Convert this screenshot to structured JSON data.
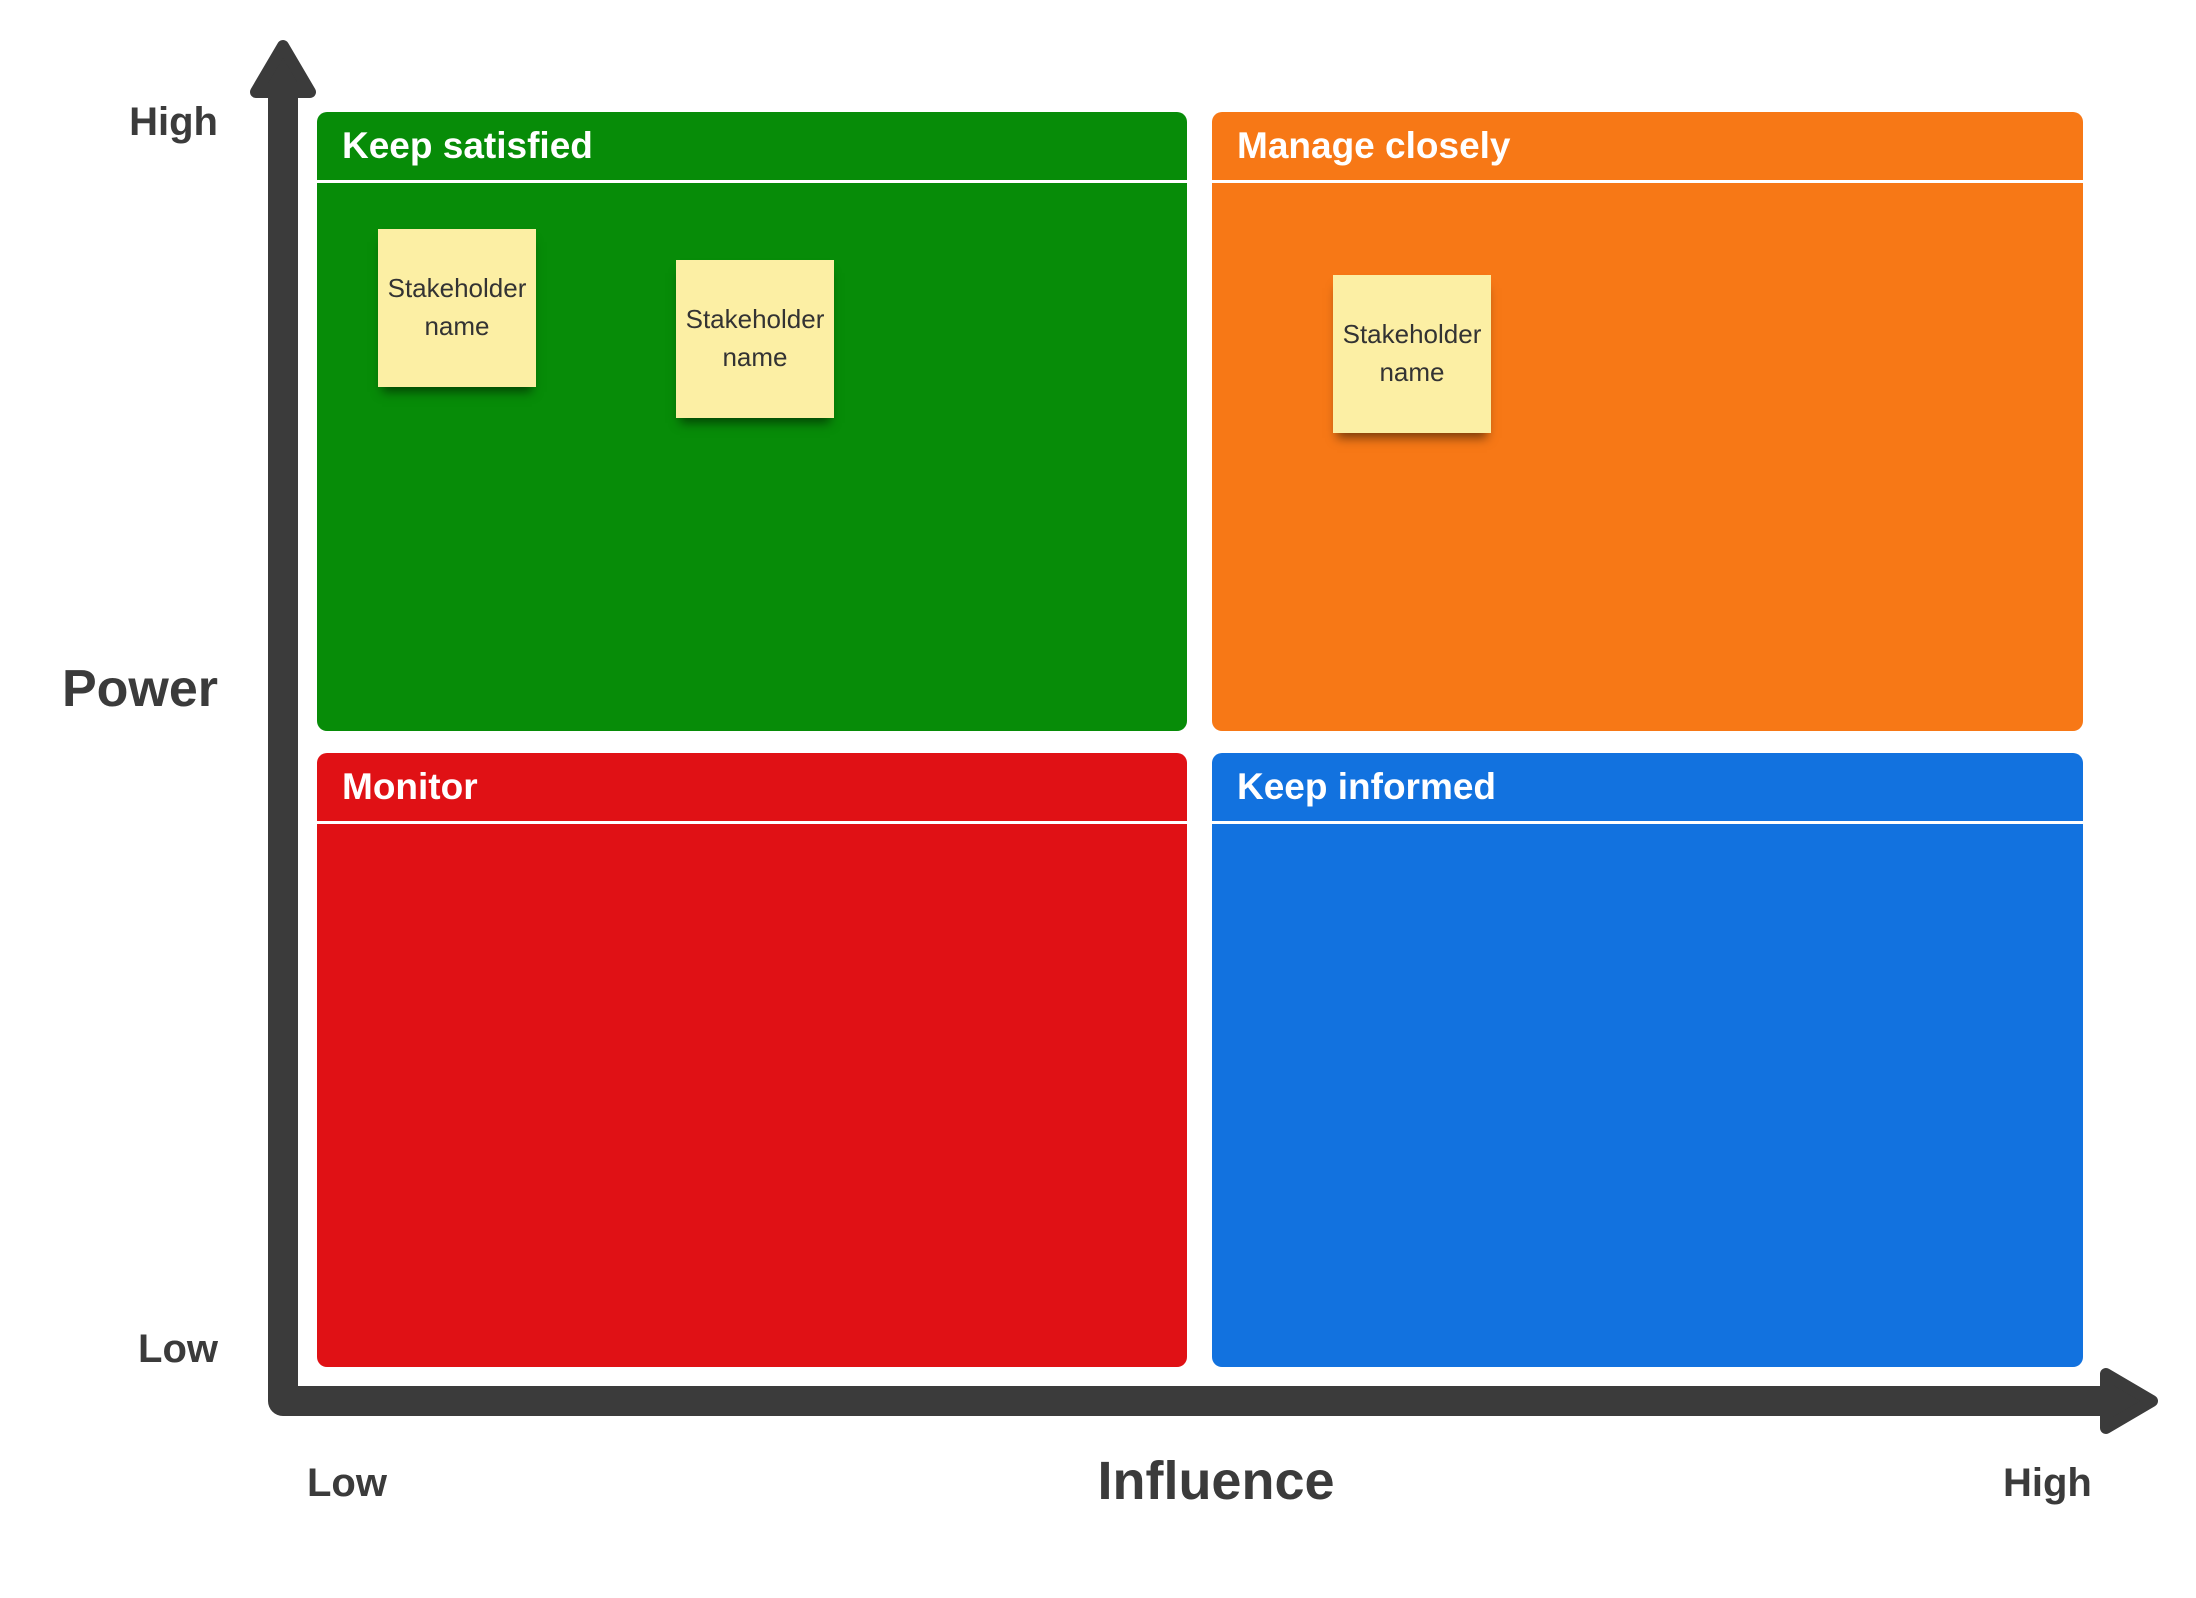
{
  "axes": {
    "y": {
      "title": "Power",
      "top_label": "High",
      "bottom_label": "Low"
    },
    "x": {
      "title": "Influence",
      "left_label": "Low",
      "right_label": "High"
    }
  },
  "quadrants": [
    {
      "label": "Keep satisfied",
      "color": "#078C08",
      "position": "top-left",
      "notes": [
        {
          "text": "Stakeholder name"
        },
        {
          "text": "Stakeholder name"
        }
      ]
    },
    {
      "label": "Manage closely",
      "color": "#F77816",
      "position": "top-right",
      "notes": [
        {
          "text": "Stakeholder name"
        }
      ]
    },
    {
      "label": "Monitor",
      "color": "#E01115",
      "position": "bottom-left",
      "notes": []
    },
    {
      "label": "Keep informed",
      "color": "#1272DF",
      "position": "bottom-right",
      "notes": []
    }
  ],
  "colors": {
    "axis": "#3B3B3B",
    "label_text": "#3B3B3B",
    "header_text": "#FFFFFF",
    "separator": "#FFFFFF",
    "note_bg": "#FCEFA4",
    "note_text": "#333333",
    "background": "#FFFFFF"
  }
}
